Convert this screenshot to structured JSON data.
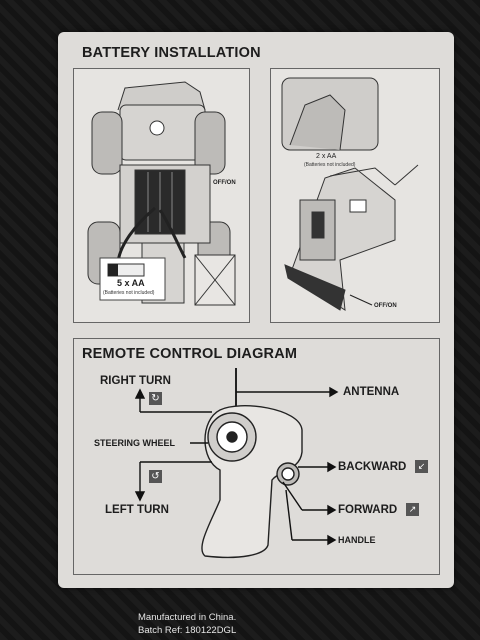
{
  "battery": {
    "heading": "BATTERY INSTALLATION",
    "car_switch": "OFF/ON",
    "car_batteries": "5 x AA",
    "car_batteries_note": "(Batteries not included)",
    "remote_batteries": "2 x AA",
    "remote_batteries_note": "(Batteries not included)",
    "remote_switch": "OFF/ON"
  },
  "remote": {
    "heading": "REMOTE CONTROL DIAGRAM",
    "right_turn": "RIGHT TURN",
    "antenna": "ANTENNA",
    "steering_wheel": "STEERING WHEEL",
    "backward": "BACKWARD",
    "left_turn": "LEFT TURN",
    "forward": "FORWARD",
    "handle": "HANDLE"
  },
  "footer": {
    "line1": "Manufactured in China.",
    "line2": "Batch Ref: 180122DGL"
  },
  "colors": {
    "card": "#dedcd9",
    "ink": "#1d1d1d",
    "box_background": "#1a1a1a"
  }
}
